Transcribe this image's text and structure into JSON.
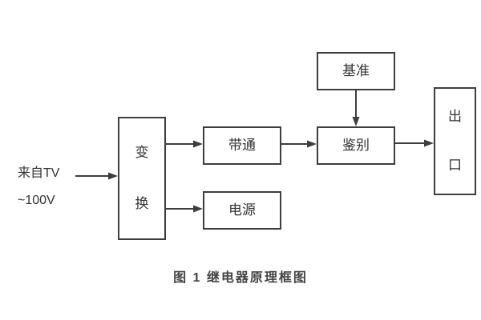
{
  "diagram": {
    "caption": "图 1 继电器原理框图",
    "line_color": "#3d3d3d",
    "text_color": "#333333",
    "background_color": "#ffffff",
    "input": {
      "line1": "来自TV",
      "line2": "~100V"
    },
    "nodes": {
      "transform": {
        "label": "变换",
        "chars": [
          "变",
          "换"
        ],
        "orientation": "vertical"
      },
      "bandpass": {
        "label": "带通",
        "orientation": "horizontal"
      },
      "power": {
        "label": "电源",
        "orientation": "horizontal"
      },
      "reference": {
        "label": "基准",
        "orientation": "horizontal"
      },
      "discriminator": {
        "label": "鉴别",
        "orientation": "horizontal"
      },
      "output": {
        "label": "出口",
        "chars": [
          "出",
          "口"
        ],
        "orientation": "vertical"
      }
    },
    "connections": [
      {
        "from": "input-source",
        "to": "transform"
      },
      {
        "from": "transform",
        "to": "bandpass"
      },
      {
        "from": "transform",
        "to": "power"
      },
      {
        "from": "bandpass",
        "to": "discriminator"
      },
      {
        "from": "reference",
        "to": "discriminator"
      },
      {
        "from": "discriminator",
        "to": "output"
      }
    ]
  }
}
